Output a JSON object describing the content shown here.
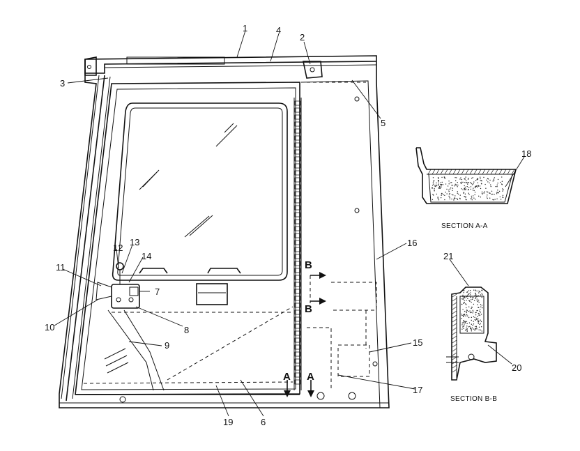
{
  "callouts": [
    "1",
    "2",
    "3",
    "4",
    "5",
    "6",
    "7",
    "8",
    "9",
    "10",
    "11",
    "12",
    "13",
    "14",
    "15",
    "16",
    "17",
    "18",
    "19",
    "20",
    "21"
  ],
  "section_markers": {
    "a_left": "A",
    "a_right": "A",
    "b_top": "B",
    "b_bottom": "B"
  },
  "section_titles": {
    "section_a": "SECTION A-A",
    "section_b": "SECTION B-B"
  }
}
